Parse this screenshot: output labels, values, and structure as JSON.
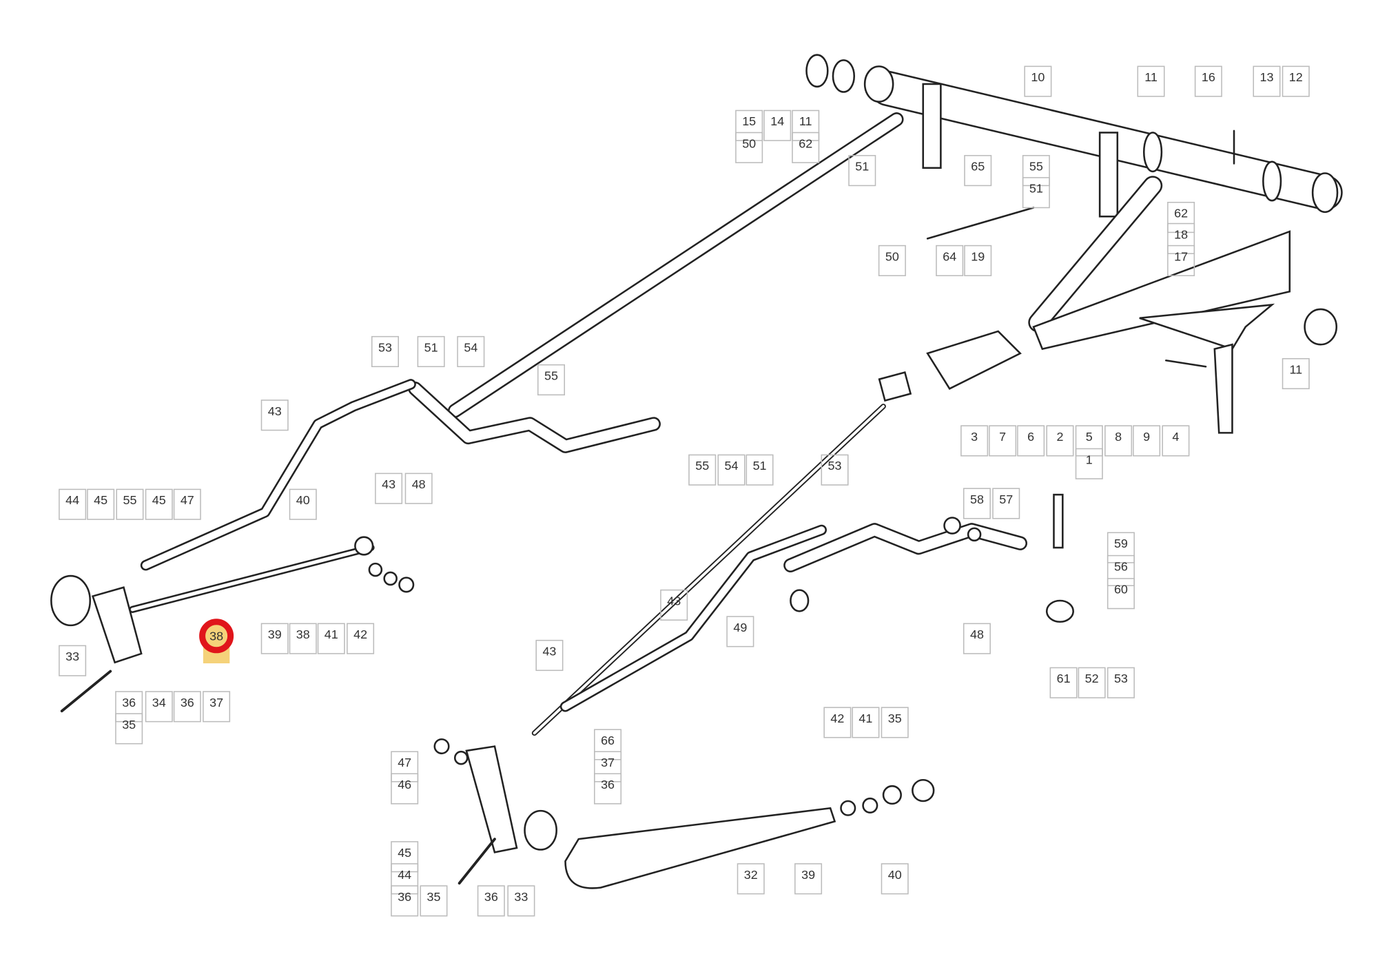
{
  "title": "Pedal linkage exploded parts diagram",
  "highlight": {
    "label": "38",
    "ring_color": "#e0151b",
    "tag_color": "#f5d27a"
  },
  "labels": [
    "10",
    "11",
    "16",
    "13",
    "12",
    "15",
    "14",
    "11",
    "50",
    "62",
    "51",
    "65",
    "55",
    "51",
    "62",
    "18",
    "17",
    "50",
    "64",
    "19",
    "11",
    "3",
    "7",
    "6",
    "2",
    "5",
    "8",
    "9",
    "4",
    "1",
    "53",
    "51",
    "54",
    "55",
    "43",
    "43",
    "48",
    "44",
    "45",
    "55",
    "45",
    "47",
    "40",
    "39",
    "38",
    "41",
    "42",
    "33",
    "36",
    "34",
    "36",
    "37",
    "35",
    "55",
    "54",
    "51",
    "53",
    "58",
    "57",
    "59",
    "56",
    "60",
    "43",
    "49",
    "48",
    "61",
    "52",
    "53",
    "43",
    "42",
    "41",
    "35",
    "66",
    "37",
    "36",
    "47",
    "46",
    "45",
    "44",
    "36",
    "35",
    "36",
    "33",
    "32",
    "39",
    "40"
  ]
}
